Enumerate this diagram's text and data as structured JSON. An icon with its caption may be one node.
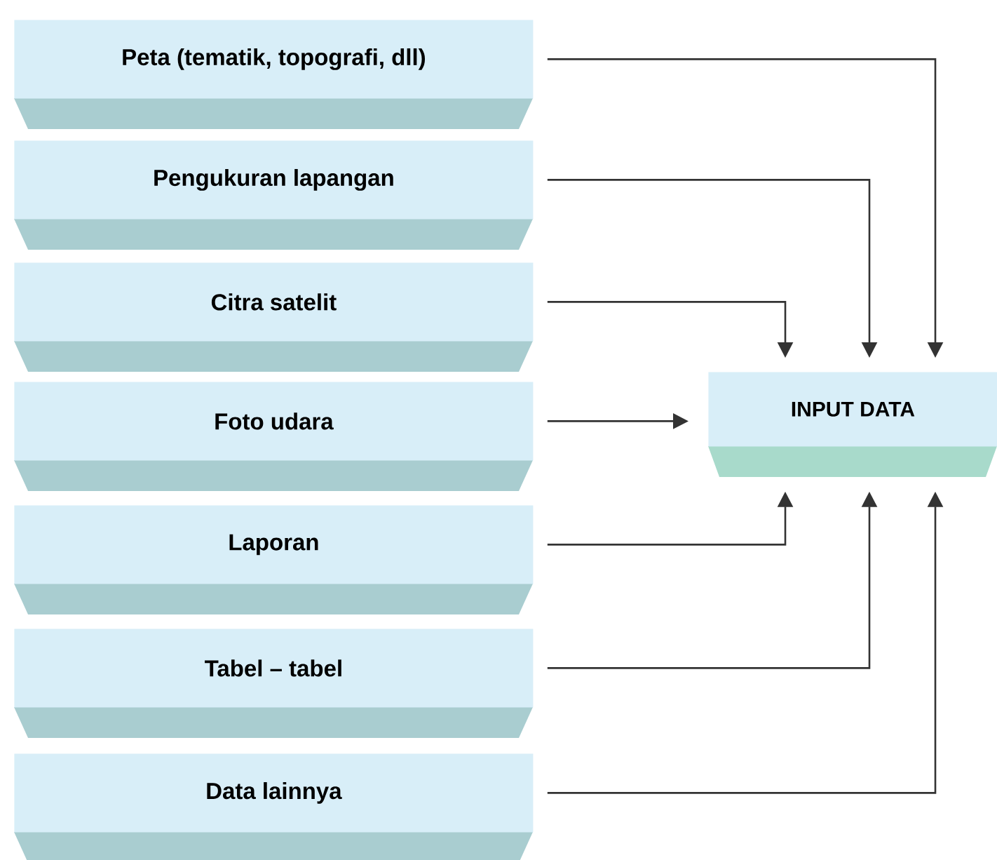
{
  "diagram": {
    "nodes": [
      {
        "text": [
          "Peta (tematik, topografi, dll)"
        ]
      },
      {
        "text": [
          "Pengukuran lapangan"
        ]
      },
      {
        "text": [
          "Citra satelit"
        ]
      },
      {
        "text": [
          "Foto udara"
        ]
      },
      {
        "text": [
          "Laporan"
        ]
      },
      {
        "text": [
          "Tabel – tabel"
        ]
      },
      {
        "text": [
          "Data lainnya"
        ]
      },
      {
        "text": [
          "INPUT DATA"
        ]
      }
    ],
    "edges": [
      {
        "from": 0,
        "to": 7,
        "arrow": "to"
      },
      {
        "from": 1,
        "to": 7,
        "arrow": "to"
      },
      {
        "from": 2,
        "to": 7,
        "arrow": "to"
      },
      {
        "from": 3,
        "to": 7,
        "arrow": "to"
      },
      {
        "from": 4,
        "to": 7,
        "arrow": "to"
      },
      {
        "from": 5,
        "to": 7,
        "arrow": "to"
      },
      {
        "from": 6,
        "to": 7,
        "arrow": "to"
      }
    ]
  }
}
